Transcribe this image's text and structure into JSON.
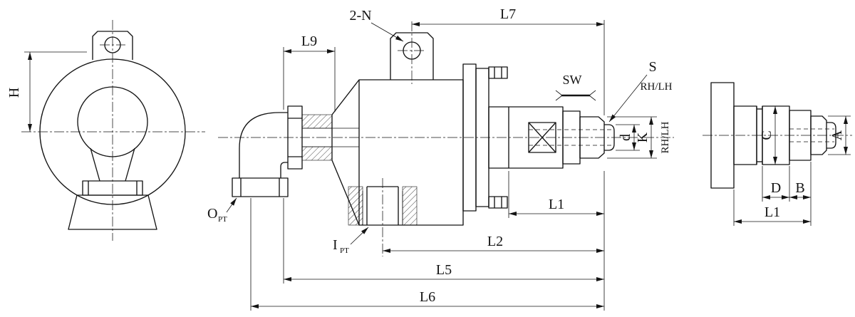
{
  "meta": {
    "background": "#ffffff",
    "ink": "#141414"
  },
  "front_view": {
    "h_label": "H"
  },
  "section_view": {
    "hole_callout": "2-N",
    "l9_label": "L9",
    "l7_label": "L7",
    "sw_label": "SW",
    "s_label": "S",
    "rhlh_top_label": "RH/LH",
    "rhlh_side_label": "RH/LH",
    "d_label": "d",
    "k_label": "K",
    "l1_label": "L1",
    "l2_label": "L2",
    "l5_label": "L5",
    "l6_label": "L6",
    "outlet_label": "O",
    "outlet_sub": "PT",
    "inlet_label": "I",
    "inlet_sub": "PT"
  },
  "side_view": {
    "c_label": "C",
    "a_label": "A",
    "d_label": "D",
    "b_label": "B",
    "l1_label": "L1"
  }
}
